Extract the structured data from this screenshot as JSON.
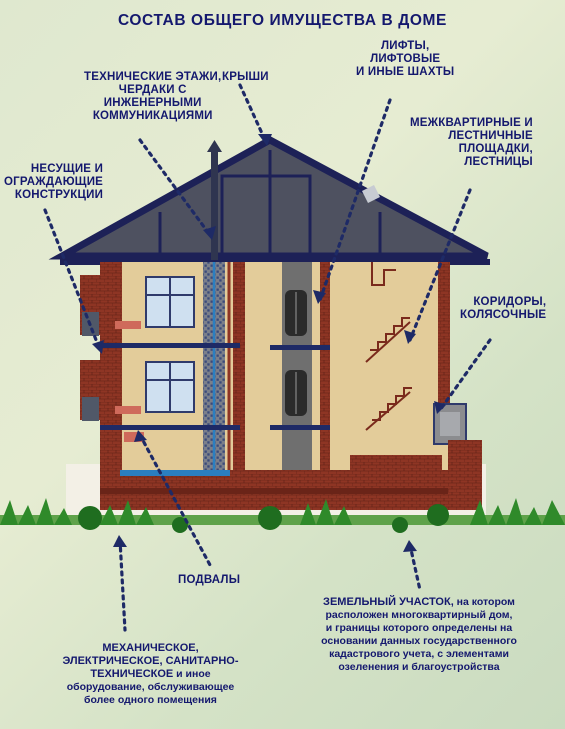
{
  "title": "СОСТАВ ОБЩЕГО ИМУЩЕСТВА В ДОМЕ",
  "labels": {
    "tech_floors": [
      "ТЕХНИЧЕСКИЕ ЭТАЖИ,",
      "ЧЕРДАКИ С",
      "ИНЖЕНЕРНЫМИ",
      "КОММУНИКАЦИЯМИ"
    ],
    "roofs": "КРЫШИ",
    "elevators": [
      "ЛИФТЫ,",
      "ЛИФТОВЫЕ",
      "И ИНЫЕ ШАХТЫ"
    ],
    "landings": [
      "МЕЖКВАРТИРНЫЕ И",
      "ЛЕСТНИЧНЫЕ",
      "ПЛОЩАДКИ,",
      "ЛЕСТНИЦЫ"
    ],
    "walls": [
      "НЕСУЩИЕ И",
      "ОГРАЖДАЮЩИЕ",
      "КОНСТРУКЦИИ"
    ],
    "corridors": [
      "КОРИДОРЫ,",
      "КОЛЯСОЧНЫЕ"
    ],
    "basements": "ПОДВАЛЫ",
    "equipment_l1": "МЕХАНИЧЕСКОЕ,",
    "equipment_l2": "ЭЛЕКТРИЧЕСКОЕ, САНИТАРНО-",
    "equipment_l3_caps": "ТЕХНИЧЕСКОЕ",
    "equipment_l3_rest": " и иное",
    "equipment_l4": "оборудование,  обслуживающее",
    "equipment_l5": "более одного помещения",
    "land_caps": "ЗЕМЕЛЬНЫЙ УЧАСТОК,",
    "land_rest": " на котором",
    "land_l2": "расположен многоквартирный дом,",
    "land_l3": "и границы которого определены на",
    "land_l4": "основании данных государственного",
    "land_l5": "кадастрового учета, с элементами",
    "land_l6": "озеленения и благоустройства"
  },
  "colors": {
    "label_text": "#14186e",
    "roof": "#4e5160",
    "roof_edge": "#1d2157",
    "wall_fill": "#e3cc9a",
    "brick": "#9a3b27",
    "shaft": "#6f6f6f",
    "floor_slab": "#1e2a66",
    "grass": "#2f8a2a"
  }
}
